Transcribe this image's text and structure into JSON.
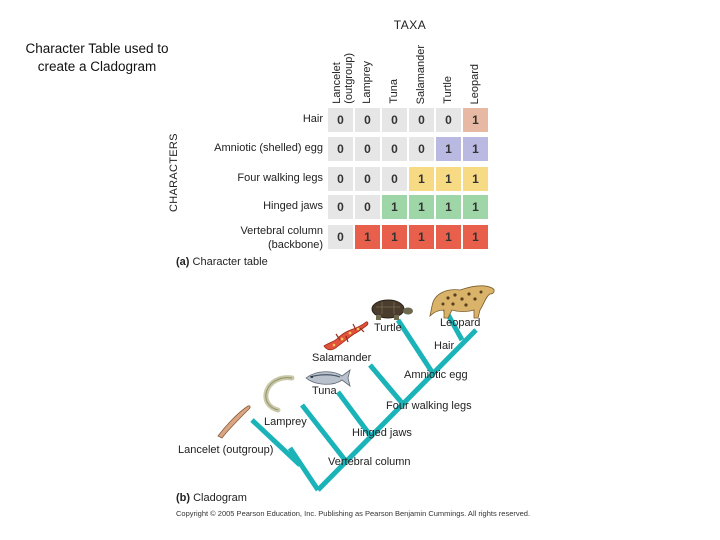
{
  "side_title": "Character Table used to create a Cladogram",
  "taxa_title": "TAXA",
  "characters_title": "CHARACTERS",
  "taxa": [
    "Lancelet\n(outgroup)",
    "Lamprey",
    "Tuna",
    "Salamander",
    "Turtle",
    "Leopard"
  ],
  "characters": [
    {
      "label": "Hair",
      "values": [
        0,
        0,
        0,
        0,
        0,
        1
      ],
      "color": "#e7b9a4"
    },
    {
      "label": "Amniotic (shelled) egg",
      "values": [
        0,
        0,
        0,
        0,
        1,
        1
      ],
      "color": "#b9b9e2"
    },
    {
      "label": "Four walking legs",
      "values": [
        0,
        0,
        0,
        1,
        1,
        1
      ],
      "color": "#f7db84"
    },
    {
      "label": "Hinged jaws",
      "values": [
        0,
        0,
        1,
        1,
        1,
        1
      ],
      "color": "#9ed6a8"
    },
    {
      "label": "Vertebral column\n(backbone)",
      "values": [
        0,
        1,
        1,
        1,
        1,
        1
      ],
      "color": "#e8604c"
    }
  ],
  "caption_a": {
    "letter": "(a)",
    "text": " Character table"
  },
  "caption_b": {
    "letter": "(b)",
    "text": " Cladogram"
  },
  "cladogram": {
    "animals": [
      "Lancelet (outgroup)",
      "Lamprey",
      "Tuna",
      "Salamander",
      "Turtle",
      "Leopard"
    ],
    "nodes": [
      {
        "label": "Hair",
        "color": "#e7b9a4"
      },
      {
        "label": "Amniotic egg",
        "color": "#b9b9e2"
      },
      {
        "label": "Four walking legs",
        "color": "#f7db84"
      },
      {
        "label": "Hinged jaws",
        "color": "#9ed6a8"
      },
      {
        "label": "Vertebral column",
        "color": "#e8604c"
      }
    ],
    "line_color": "#19b3b8"
  },
  "copyright": "Copyright © 2005 Pearson Education, Inc. Publishing as Pearson Benjamin Cummings. All rights reserved."
}
